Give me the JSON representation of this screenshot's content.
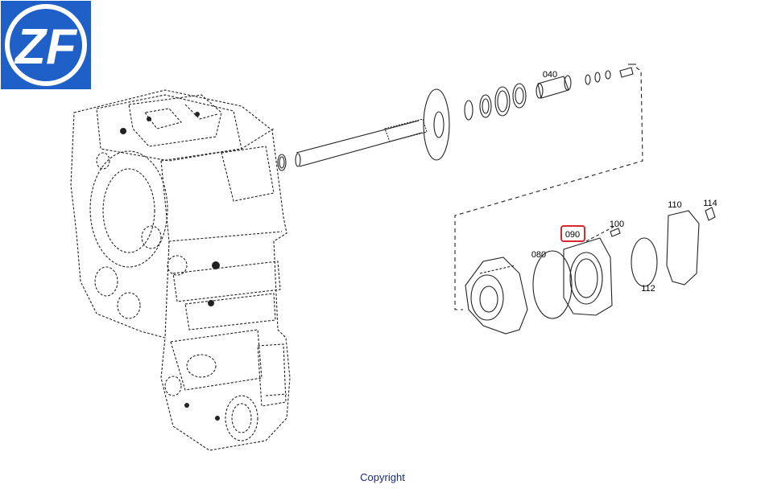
{
  "brand": {
    "logo_text": "ZF",
    "logo_color": "#1f5fc8"
  },
  "callouts": {
    "p040": "040",
    "p080": "080",
    "p090": "090",
    "p100": "100",
    "p110": "110",
    "p112": "112",
    "p114": "114"
  },
  "highlight_color": "#d9272e",
  "footer": {
    "copyright": "Copyright"
  }
}
